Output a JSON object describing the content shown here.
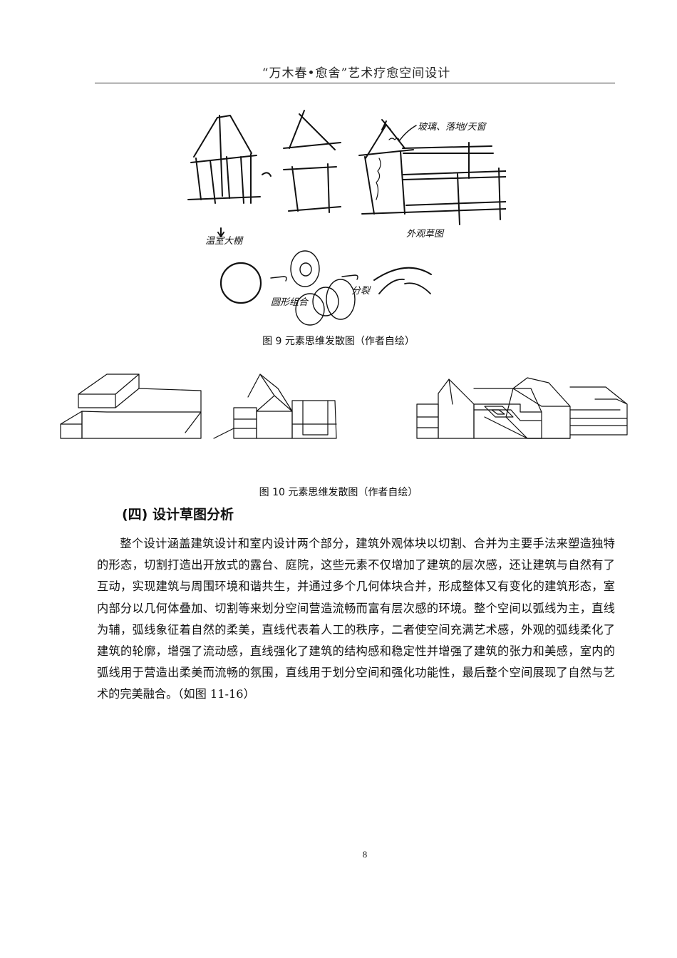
{
  "header": {
    "title": "“万木春•愈舍”艺术疗愈空间设计"
  },
  "figure9": {
    "sketch_annotations": {
      "greenhouse": "温室大棚",
      "glass_note": "玻璃、落地/天窗",
      "exterior_sketch": "外观草图",
      "shape_combination": "圆形组合",
      "split": "分裂"
    },
    "caption": "图 9  元素思维发散图（作者自绘）"
  },
  "figure10": {
    "caption": "图 10  元素思维发散图（作者自绘）"
  },
  "section": {
    "heading": "(四) 设计草图分析",
    "paragraph": "整个设计涵盖建筑设计和室内设计两个部分，建筑外观体块以切割、合并为主要手法来塑造独特的形态，切割打造出开放式的露台、庭院，这些元素不仅增加了建筑的层次感，还让建筑与自然有了互动，实现建筑与周围环境和谐共生，并通过多个几何体块合并，形成整体又有变化的建筑形态，室内部分以几何体叠加、切割等来划分空间营造流畅而富有层次感的环境。整个空间以弧线为主，直线为辅，弧线象征着自然的柔美，直线代表着人工的秩序，二者使空间充满艺术感，外观的弧线柔化了建筑的轮廓，增强了流动感，直线强化了建筑的结构感和稳定性并增强了建筑的张力和美感，室内的弧线用于营造出柔美而流畅的氛围，直线用于划分空间和强化功能性，最后整个空间展现了自然与艺术的完美融合。（如图 11-16）"
  },
  "footer": {
    "page_number": "8"
  }
}
